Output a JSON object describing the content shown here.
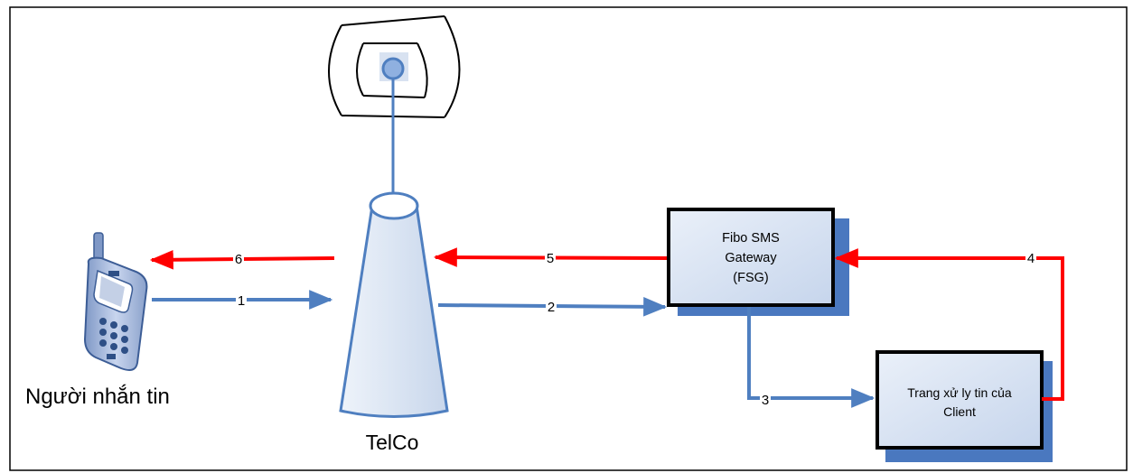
{
  "labels": {
    "sender": "Người nhắn tin",
    "telco": "TelCo",
    "gateway_line1": "Fibo SMS",
    "gateway_line2": "Gateway",
    "gateway_line3": "(FSG)",
    "client_line1": "Trang xử ly tin của",
    "client_line2": "Client"
  },
  "arrows": {
    "a1": "1",
    "a2": "2",
    "a3": "3",
    "a4": "4",
    "a5": "5",
    "a6": "6"
  },
  "colors": {
    "request_arrow": "#4f7fc0",
    "response_arrow": "#ff0000",
    "box_shadow": "#4a78bf",
    "box_fill": "#d6e2f3",
    "tower_fill": "#dde7f4"
  },
  "icons": {
    "sender": "mobile-phone-icon",
    "telco": "cell-tower-icon",
    "antenna": "antenna-icon"
  }
}
